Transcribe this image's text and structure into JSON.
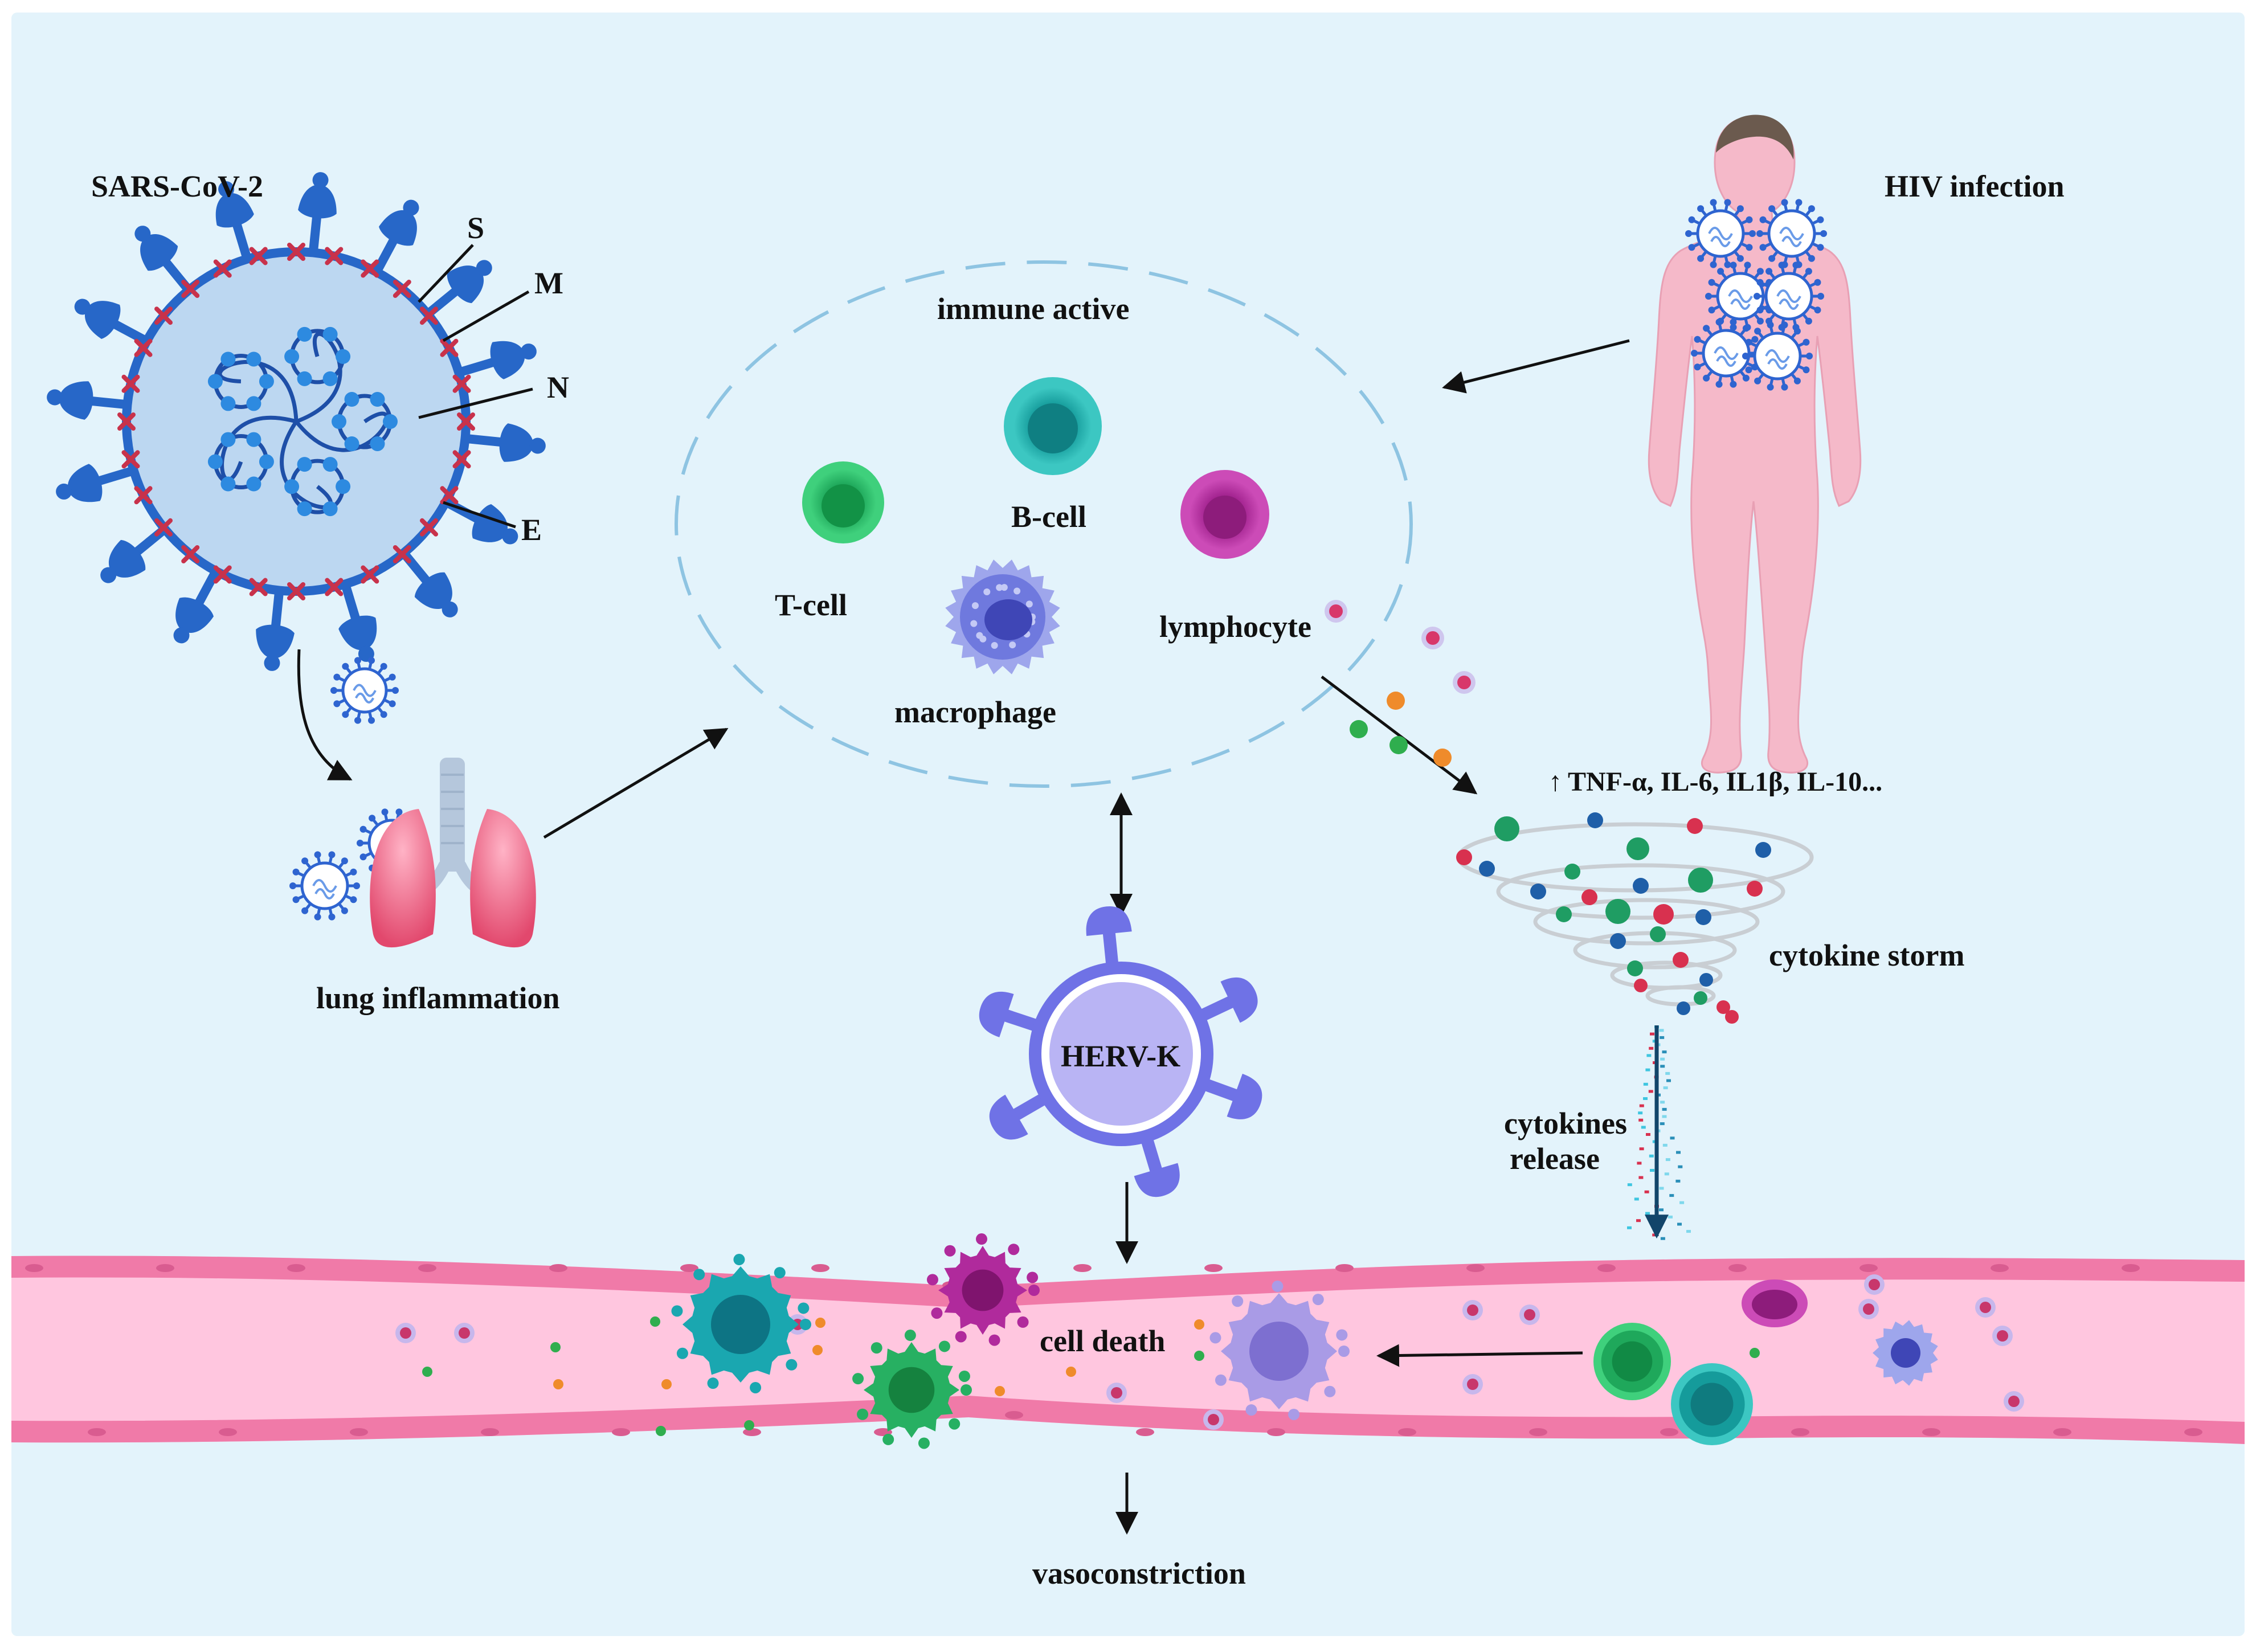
{
  "labels": {
    "sars": "SARS-CoV-2",
    "hiv": "HIV infection",
    "immune_active": "immune active",
    "b_cell": "B-cell",
    "t_cell": "T-cell",
    "lymphocyte": "lymphocyte",
    "macrophage": "macrophage",
    "lung_inflammation": "lung inflammation",
    "herv_k": "HERV-K",
    "cytokine_storm": "cytokine storm",
    "cytokines_release_1": "cytokines",
    "cytokines_release_2": "release",
    "cell_death": "cell death",
    "vasoconstriction": "vasoconstriction",
    "cytokine_list": "TNF-α, IL-6, IL1β, IL-10...",
    "up_arrow": "↑"
  },
  "virus_parts": [
    "S",
    "M",
    "N",
    "E"
  ],
  "colors": {
    "background": "#e3f3fb",
    "virus_blue": "#2767c8",
    "virus_core": "#bcd7f1",
    "spike_red": "#c8324b",
    "herv_purple": "#6f72e6",
    "herv_core": "#b9b4f4",
    "vessel_wall": "#f07aa8",
    "vessel_lumen": "#ffc6df",
    "t_cell_green": "#22b463",
    "b_cell_teal": "#1aaaa8",
    "lymphocyte_magenta": "#b02a9c",
    "macrophage_violet": "#6f79de",
    "body_pink": "#f5b9c9"
  }
}
